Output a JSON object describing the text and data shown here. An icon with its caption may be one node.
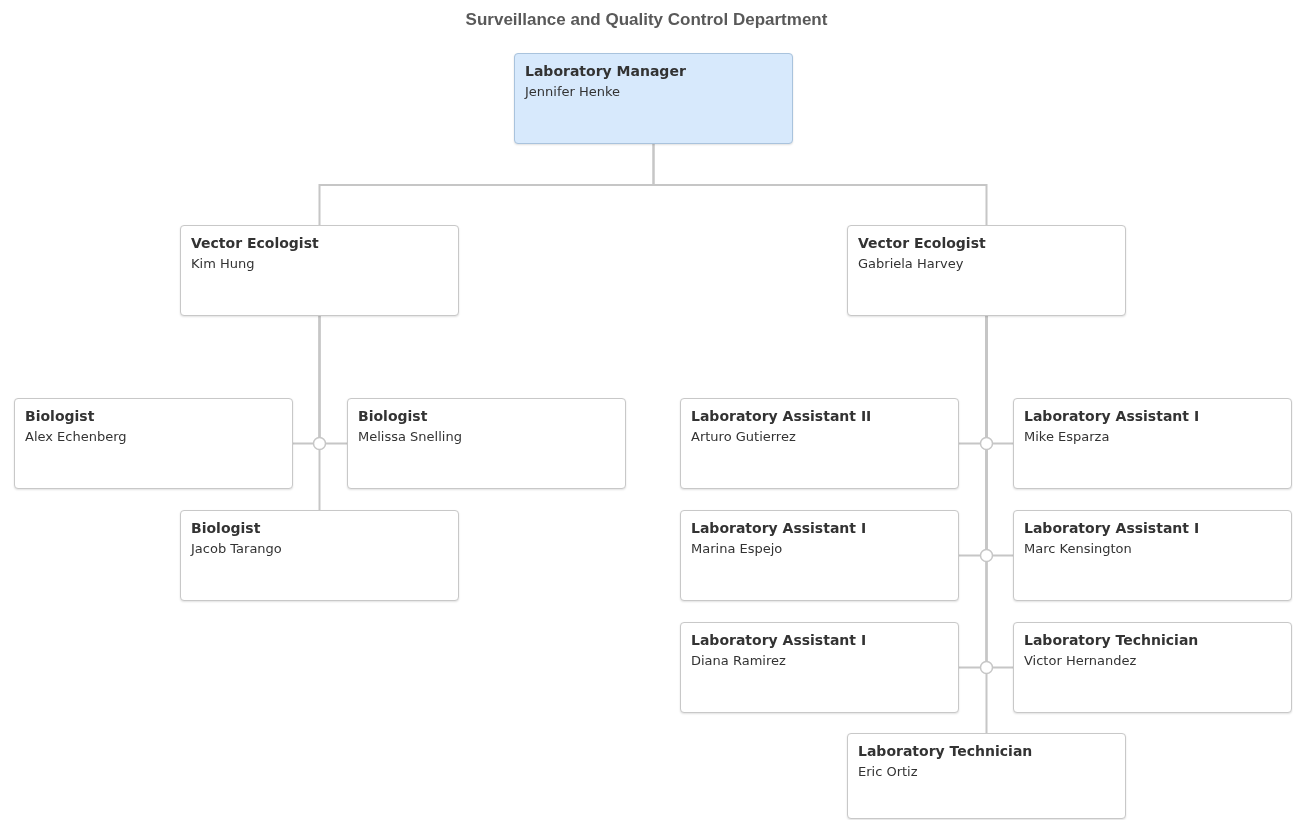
{
  "diagram": {
    "title": "Surveillance and Quality Control Department",
    "nodes": [
      {
        "text": [
          "Laboratory Manager",
          "Jennifer Henke"
        ]
      },
      {
        "text": [
          "Vector Ecologist",
          "Kim Hung"
        ]
      },
      {
        "text": [
          "Vector Ecologist",
          "Gabriela Harvey"
        ]
      },
      {
        "text": [
          "Biologist",
          "Alex Echenberg"
        ]
      },
      {
        "text": [
          "Biologist",
          "Melissa Snelling"
        ]
      },
      {
        "text": [
          "Biologist",
          "Jacob Tarango"
        ]
      },
      {
        "text": [
          "Laboratory Assistant II",
          "Arturo Gutierrez"
        ]
      },
      {
        "text": [
          "Laboratory Assistant I",
          "Mike Esparza"
        ]
      },
      {
        "text": [
          "Laboratory Assistant I",
          "Marina Espejo"
        ]
      },
      {
        "text": [
          "Laboratory Assistant I",
          "Marc Kensington"
        ]
      },
      {
        "text": [
          "Laboratory Assistant I",
          "Diana Ramirez"
        ]
      },
      {
        "text": [
          "Laboratory Technician",
          "Victor Hernandez"
        ]
      },
      {
        "text": [
          "Laboratory Technician",
          "Eric Ortiz"
        ]
      }
    ],
    "edges": [
      {
        "from": 0,
        "to": 1,
        "arrow": "none"
      },
      {
        "from": 0,
        "to": 2,
        "arrow": "none"
      },
      {
        "from": 1,
        "to": 3,
        "arrow": "none"
      },
      {
        "from": 1,
        "to": 4,
        "arrow": "none"
      },
      {
        "from": 1,
        "to": 5,
        "arrow": "none"
      },
      {
        "from": 2,
        "to": 6,
        "arrow": "none"
      },
      {
        "from": 2,
        "to": 7,
        "arrow": "none"
      },
      {
        "from": 2,
        "to": 8,
        "arrow": "none"
      },
      {
        "from": 2,
        "to": 9,
        "arrow": "none"
      },
      {
        "from": 2,
        "to": 10,
        "arrow": "none"
      },
      {
        "from": 2,
        "to": 11,
        "arrow": "none"
      },
      {
        "from": 2,
        "to": 12,
        "arrow": "none"
      }
    ]
  }
}
